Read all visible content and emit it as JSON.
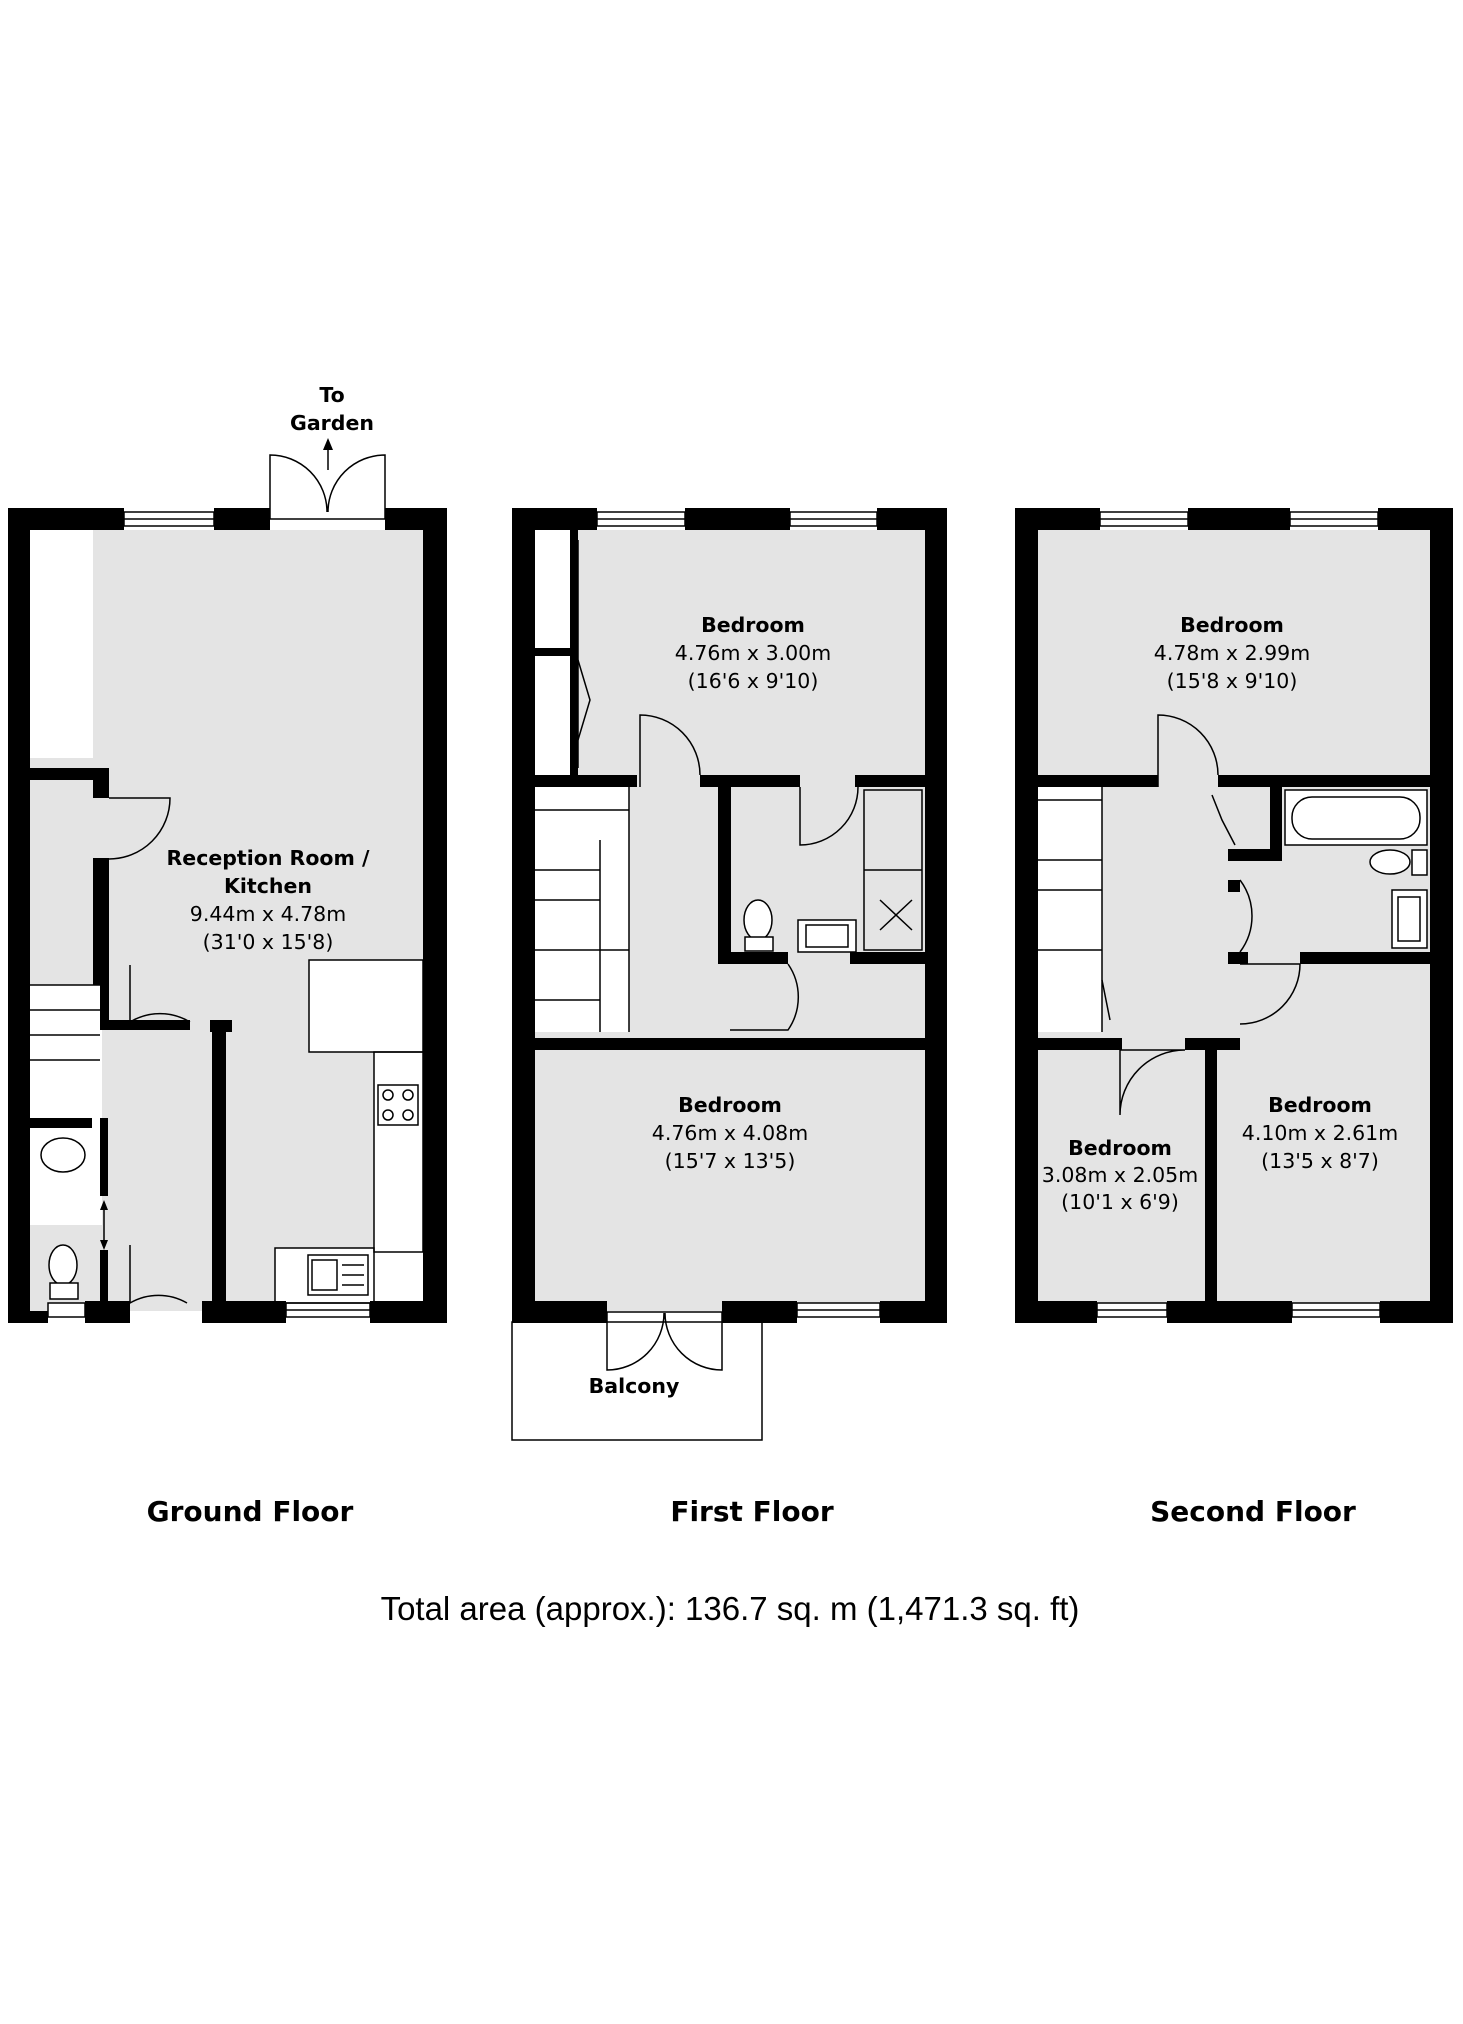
{
  "ground_floor": {
    "label": "Ground Floor",
    "to_garden": [
      "To",
      "Garden"
    ],
    "reception": {
      "name": [
        "Reception Room /",
        "Kitchen"
      ],
      "metric": "9.44m x 4.78m",
      "imperial": "(31'0 x 15'8)"
    }
  },
  "first_floor": {
    "label": "First Floor",
    "balcony": "Balcony",
    "bedroom_rear": {
      "name": "Bedroom",
      "metric": "4.76m x 3.00m",
      "imperial": "(16'6 x 9'10)"
    },
    "bedroom_front": {
      "name": "Bedroom",
      "metric": "4.76m x 4.08m",
      "imperial": "(15'7 x 13'5)"
    }
  },
  "second_floor": {
    "label": "Second Floor",
    "bedroom_rear": {
      "name": "Bedroom",
      "metric": "4.78m x 2.99m",
      "imperial": "(15'8 x 9'10)"
    },
    "bedroom_small": {
      "name": "Bedroom",
      "metric": "3.08m x 2.05m",
      "imperial": "(10'1 x 6'9)"
    },
    "bedroom_front": {
      "name": "Bedroom",
      "metric": "4.10m x 2.61m",
      "imperial": "(13'5 x 8'7)"
    }
  },
  "total_area": "Total area (approx.): 136.7 sq. m (1,471.3 sq. ft)"
}
